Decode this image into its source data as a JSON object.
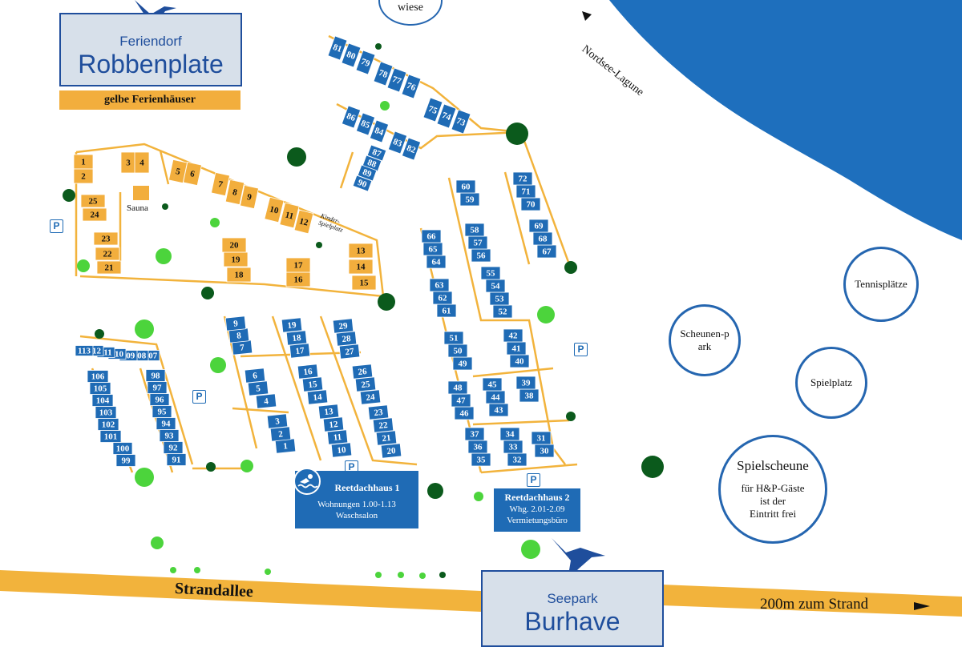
{
  "title": {
    "top": "Feriendorf",
    "main": "Robbenplate",
    "subtitle": "gelbe Ferienhäuser"
  },
  "bottom_sign": {
    "top": "Seepark",
    "main": "Burhave"
  },
  "labels": {
    "nordsee": "Nordsee-Lagune",
    "wiese": "wiese",
    "sauna": "Sauna",
    "kinder": "Kinder-Spielplatz",
    "strandallee": "Strandallee",
    "strand": "200m zum Strand",
    "parking": "P"
  },
  "places": {
    "scheunenpark": "Scheunen-park",
    "spielplatz": "Spielplatz",
    "tennis": "Tennisplätze",
    "spielscheune_title": "Spielscheune",
    "spielscheune_l1": "für H&P-Gäste",
    "spielscheune_l2": "ist der",
    "spielscheune_l3": "Eintritt frei"
  },
  "reetdach1": {
    "title": "Reetdachhaus 1",
    "line1": "Wohnungen 1.00-1.13",
    "line2": "Waschsalon"
  },
  "reetdach2": {
    "title": "Reetdachhaus 2",
    "line1": "Whg. 2.01-2.09",
    "line2": "Vermietungsbüro"
  },
  "colors": {
    "yellow": "#f2ae3d",
    "blue": "#1f6bb5",
    "sea": "#1e6fbd",
    "path": "#f2b33c",
    "tree_light": "#4cd43c",
    "tree_dark": "#0b5a1c"
  },
  "yellow_houses": [
    {
      "n": "1"
    },
    {
      "n": "2"
    },
    {
      "n": "3"
    },
    {
      "n": "4"
    },
    {
      "n": "5"
    },
    {
      "n": "6"
    },
    {
      "n": "7"
    },
    {
      "n": "8"
    },
    {
      "n": "9"
    },
    {
      "n": "10"
    },
    {
      "n": "11"
    },
    {
      "n": "12"
    },
    {
      "n": "13"
    },
    {
      "n": "14"
    },
    {
      "n": "15"
    },
    {
      "n": "16"
    },
    {
      "n": "17"
    },
    {
      "n": "18"
    },
    {
      "n": "19"
    },
    {
      "n": "20"
    },
    {
      "n": "21"
    },
    {
      "n": "22"
    },
    {
      "n": "23"
    },
    {
      "n": "24"
    },
    {
      "n": "25"
    }
  ],
  "blue_houses": [
    {
      "n": "1"
    },
    {
      "n": "2"
    },
    {
      "n": "3"
    },
    {
      "n": "4"
    },
    {
      "n": "5"
    },
    {
      "n": "6"
    },
    {
      "n": "7"
    },
    {
      "n": "8"
    },
    {
      "n": "9"
    },
    {
      "n": "10"
    },
    {
      "n": "11"
    },
    {
      "n": "12"
    },
    {
      "n": "13"
    },
    {
      "n": "14"
    },
    {
      "n": "15"
    },
    {
      "n": "16"
    },
    {
      "n": "17"
    },
    {
      "n": "18"
    },
    {
      "n": "19"
    },
    {
      "n": "20"
    },
    {
      "n": "21"
    },
    {
      "n": "22"
    },
    {
      "n": "23"
    },
    {
      "n": "24"
    },
    {
      "n": "25"
    },
    {
      "n": "26"
    },
    {
      "n": "27"
    },
    {
      "n": "28"
    },
    {
      "n": "29"
    },
    {
      "n": "30"
    },
    {
      "n": "31"
    },
    {
      "n": "32"
    },
    {
      "n": "33"
    },
    {
      "n": "34"
    },
    {
      "n": "35"
    },
    {
      "n": "36"
    },
    {
      "n": "37"
    },
    {
      "n": "38"
    },
    {
      "n": "39"
    },
    {
      "n": "40"
    },
    {
      "n": "41"
    },
    {
      "n": "42"
    },
    {
      "n": "43"
    },
    {
      "n": "44"
    },
    {
      "n": "45"
    },
    {
      "n": "46"
    },
    {
      "n": "47"
    },
    {
      "n": "48"
    },
    {
      "n": "49"
    },
    {
      "n": "50"
    },
    {
      "n": "51"
    },
    {
      "n": "52"
    },
    {
      "n": "53"
    },
    {
      "n": "54"
    },
    {
      "n": "55"
    },
    {
      "n": "56"
    },
    {
      "n": "57"
    },
    {
      "n": "58"
    },
    {
      "n": "59"
    },
    {
      "n": "60"
    },
    {
      "n": "61"
    },
    {
      "n": "62"
    },
    {
      "n": "63"
    },
    {
      "n": "64"
    },
    {
      "n": "65"
    },
    {
      "n": "66"
    },
    {
      "n": "67"
    },
    {
      "n": "68"
    },
    {
      "n": "69"
    },
    {
      "n": "70"
    },
    {
      "n": "71"
    },
    {
      "n": "72"
    },
    {
      "n": "73"
    },
    {
      "n": "74"
    },
    {
      "n": "75"
    },
    {
      "n": "76"
    },
    {
      "n": "77"
    },
    {
      "n": "78"
    },
    {
      "n": "79"
    },
    {
      "n": "80"
    },
    {
      "n": "81"
    },
    {
      "n": "82"
    },
    {
      "n": "83"
    },
    {
      "n": "84"
    },
    {
      "n": "85"
    },
    {
      "n": "86"
    },
    {
      "n": "87"
    },
    {
      "n": "88"
    },
    {
      "n": "89"
    },
    {
      "n": "90"
    },
    {
      "n": "91"
    },
    {
      "n": "92"
    },
    {
      "n": "93"
    },
    {
      "n": "94"
    },
    {
      "n": "95"
    },
    {
      "n": "96"
    },
    {
      "n": "97"
    },
    {
      "n": "98"
    },
    {
      "n": "99"
    },
    {
      "n": "100"
    },
    {
      "n": "101"
    },
    {
      "n": "102"
    },
    {
      "n": "103"
    },
    {
      "n": "104"
    },
    {
      "n": "105"
    },
    {
      "n": "106"
    },
    {
      "n": "107"
    },
    {
      "n": "108"
    },
    {
      "n": "109"
    },
    {
      "n": "110"
    },
    {
      "n": "111"
    },
    {
      "n": "112"
    },
    {
      "n": "113"
    }
  ]
}
